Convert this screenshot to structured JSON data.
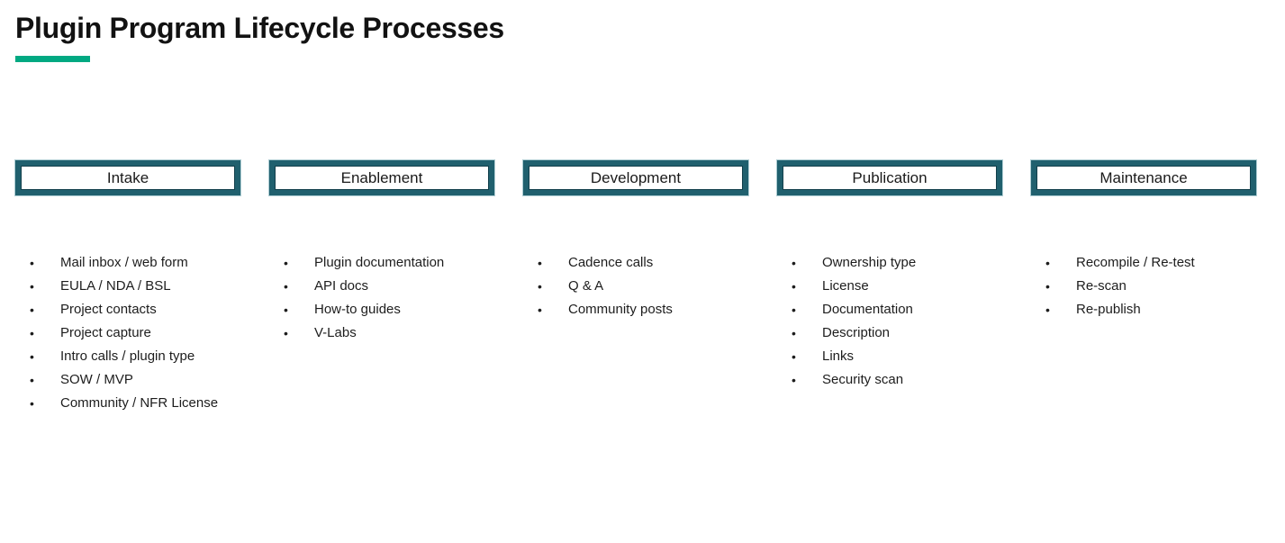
{
  "page": {
    "title": "Plugin Program Lifecycle Processes",
    "accent_color": "#01a982",
    "stage_border_color": "#20606e"
  },
  "columns": [
    {
      "header": "Intake",
      "items": [
        "Mail inbox / web form",
        "EULA / NDA / BSL",
        "Project contacts",
        "Project capture",
        "Intro calls / plugin type",
        "SOW / MVP",
        "Community / NFR License"
      ]
    },
    {
      "header": "Enablement",
      "items": [
        "Plugin documentation",
        "API docs",
        "How-to guides",
        "V-Labs"
      ]
    },
    {
      "header": "Development",
      "items": [
        "Cadence calls",
        "Q & A",
        "Community posts"
      ]
    },
    {
      "header": "Publication",
      "items": [
        "Ownership type",
        "License",
        "Documentation",
        "Description",
        "Links",
        "Security scan"
      ]
    },
    {
      "header": "Maintenance",
      "items": [
        "Recompile / Re-test",
        "Re-scan",
        "Re-publish"
      ]
    }
  ]
}
